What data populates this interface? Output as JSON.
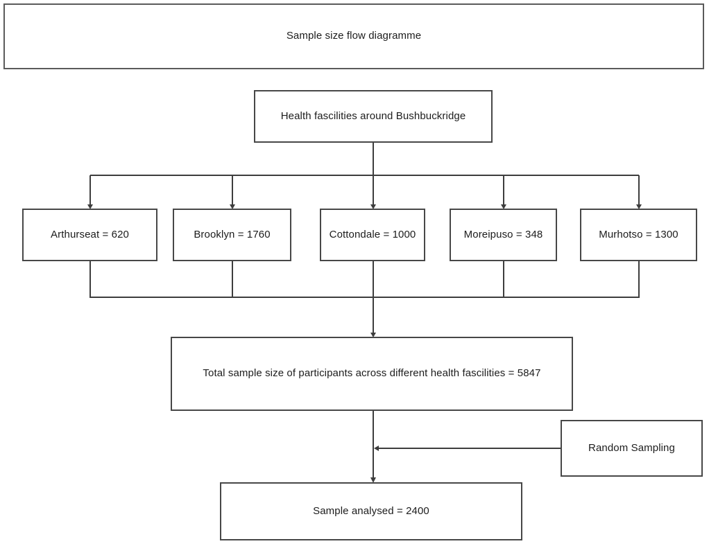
{
  "diagram": {
    "title": "Sample size flow diagramme",
    "root_label": "Health fascilities around Bushbuckridge",
    "facilities": [
      {
        "name": "Arthurseat",
        "count": 620,
        "label": "Arthurseat = 620"
      },
      {
        "name": "Brooklyn",
        "count": 1760,
        "label": "Brooklyn = 1760"
      },
      {
        "name": "Cottondale",
        "count": 1000,
        "label": "Cottondale = 1000"
      },
      {
        "name": "Moreipuso",
        "count": 348,
        "label": "Moreipuso = 348"
      },
      {
        "name": "Murhotso",
        "count": 1300,
        "label": "Murhotso = 1300"
      }
    ],
    "total_label": "Total sample size of participants across different health fascilities = 5847",
    "total_count": 5847,
    "random_sampling_label": "Random Sampling",
    "analysed_label": "Sample analysed = 2400",
    "analysed_count": 2400,
    "colors": {
      "background": "#ffffff",
      "box_fill": "#ffffff",
      "box_border": "#474747",
      "line": "#3d3d3d",
      "text": "#1c1c1c"
    }
  }
}
